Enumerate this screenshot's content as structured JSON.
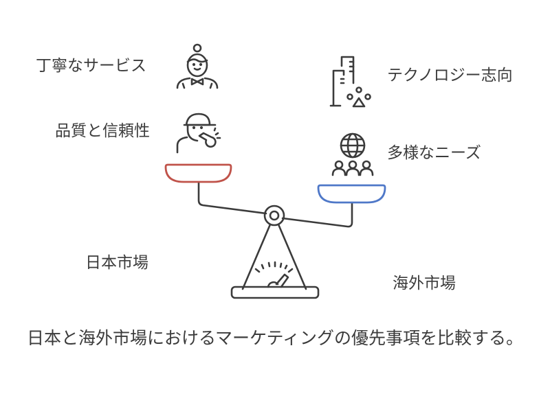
{
  "diagram": {
    "title": "日本と海外市場におけるマーケティングの優先事項を比較する。",
    "left_side": {
      "label": "日本市場",
      "pan_color": "#c0534a",
      "items": [
        {
          "label": "丁寧なサービス",
          "icon": "service-staff-icon"
        },
        {
          "label": "品質と信頼性",
          "icon": "inspector-whistle-icon"
        }
      ]
    },
    "right_side": {
      "label": "海外市場",
      "pan_color": "#4f78c8",
      "items": [
        {
          "label": "テクノロジー志向",
          "icon": "technology-buildings-icon"
        },
        {
          "label": "多様なニーズ",
          "icon": "globe-people-icon"
        }
      ]
    },
    "stroke_color": "#3b3b3b"
  }
}
